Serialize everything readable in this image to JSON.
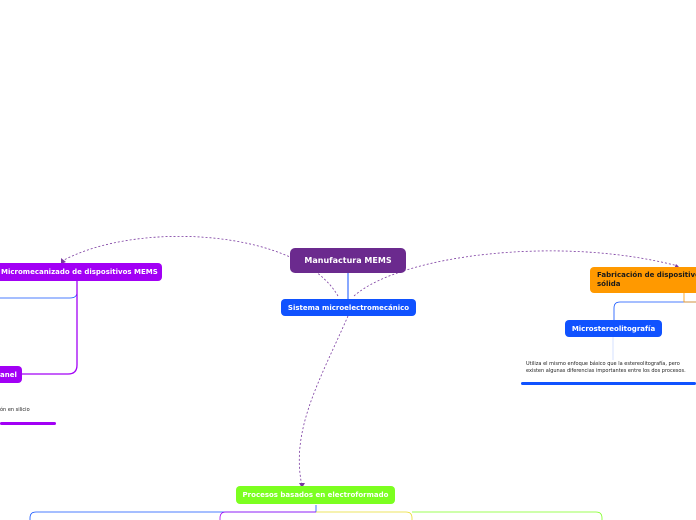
{
  "nodes": {
    "root": {
      "label": "Manufactura MEMS",
      "color": "#6b2a8e"
    },
    "system": {
      "label": "Sistema microelectromecánico",
      "color": "#1052ff"
    },
    "micromachining": {
      "label": "Micromecanizado de dispositivos MEMS",
      "color": "#a200f5"
    },
    "panel": {
      "label": "anel",
      "color": "#a200f5"
    },
    "solid": {
      "label_line1": "Fabricación de dispositivos",
      "label_line2": "sólida",
      "color": "#ff9900"
    },
    "microstereo": {
      "label": "Microstereolitografía",
      "color": "#1052ff"
    },
    "electro": {
      "label": "Procesos basados en electroformado",
      "color": "#7cff20"
    }
  },
  "notes": {
    "stereo_note": "Utiliza el mismo enfoque básico que la estereolitografía, pero existen algunas diferencias importantes entre los dos procesos.",
    "silicon_note": "ón en silicio"
  },
  "colors": {
    "connector_dashed": "#7a3aa0",
    "system_link": "#1052ff",
    "purple_branch": "#a200f5",
    "orange_branch": "#ff9900",
    "blue_branch": "#1052ff",
    "green_branch": "#7cff20",
    "yellow_branch": "#e8dc2c"
  }
}
